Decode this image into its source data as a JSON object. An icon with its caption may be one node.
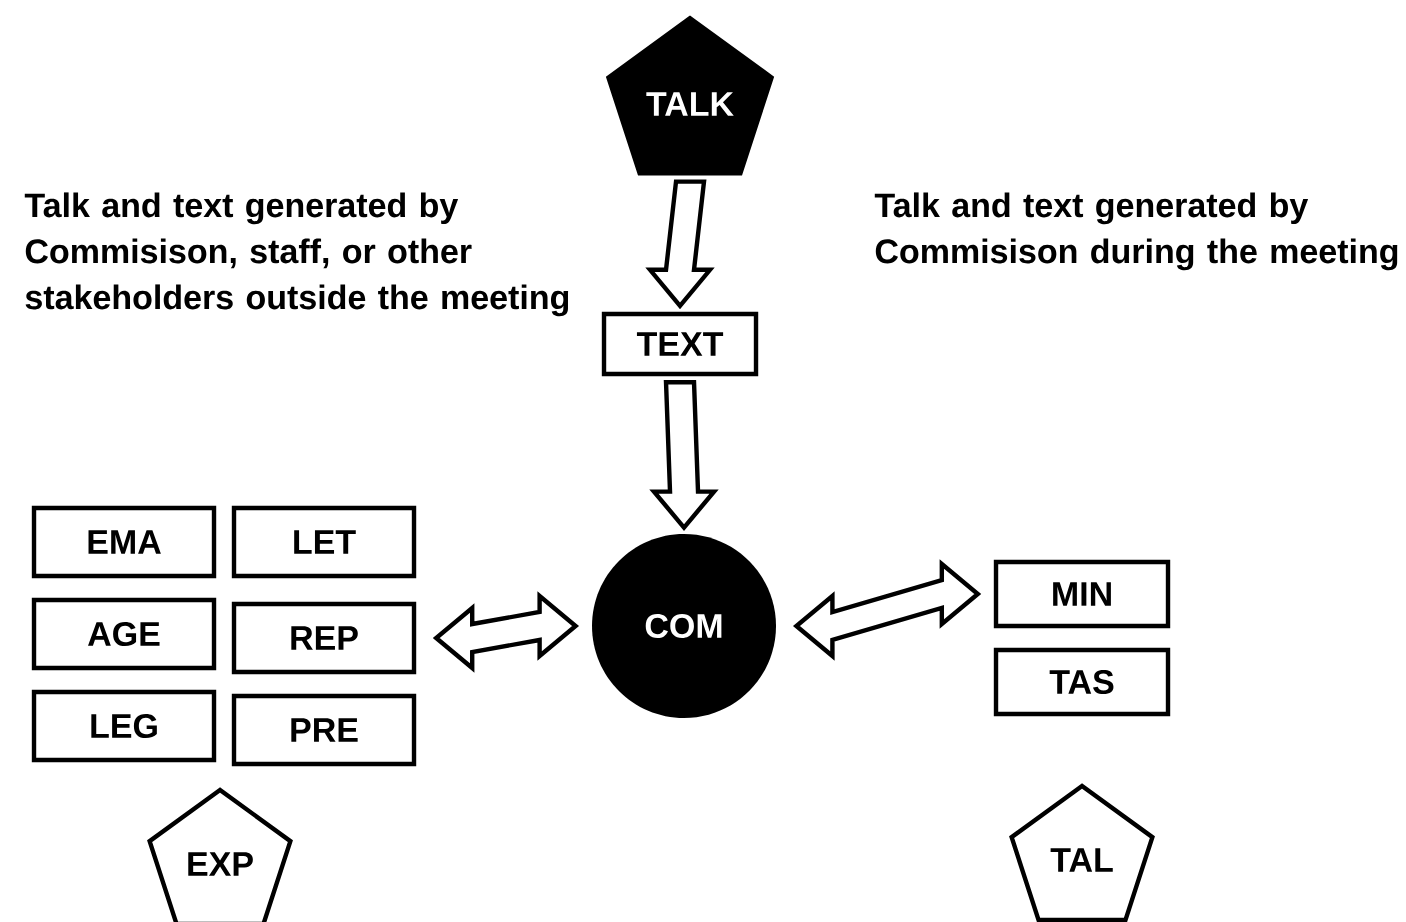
{
  "diagram": {
    "nodes": [
      {
        "text": [
          "TALK"
        ]
      },
      {
        "text": [
          "TEXT"
        ]
      },
      {
        "text": [
          "COM"
        ]
      },
      {
        "text": [
          "EMA"
        ]
      },
      {
        "text": [
          "LET"
        ]
      },
      {
        "text": [
          "AGE"
        ]
      },
      {
        "text": [
          "REP"
        ]
      },
      {
        "text": [
          "LEG"
        ]
      },
      {
        "text": [
          "PRE"
        ]
      },
      {
        "text": [
          "EXP"
        ]
      },
      {
        "text": [
          "MIN"
        ]
      },
      {
        "text": [
          "TAS"
        ]
      },
      {
        "text": [
          "TAL"
        ]
      }
    ],
    "edges": [
      {
        "from": 0,
        "to": 1,
        "arrow": "to"
      },
      {
        "from": 1,
        "to": 2,
        "arrow": "to"
      },
      {
        "from": 6,
        "to": 2,
        "arrow": "both"
      },
      {
        "from": 2,
        "to": 10,
        "arrow": "both"
      }
    ],
    "labels": [
      "Talk and text generated by Commisison, staff, or other stakeholders outside the meeting",
      "Talk and text generated by Commisison during the meeting"
    ]
  }
}
